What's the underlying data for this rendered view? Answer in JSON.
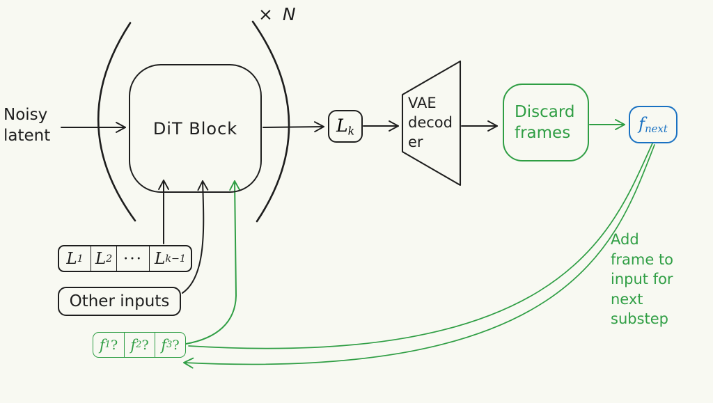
{
  "colors": {
    "background": "#f8f9f2",
    "ink": "#1e1e1e",
    "green": "#2f9e44",
    "blue": "#1971c2"
  },
  "labels": {
    "noisy_latent": "Noisy\nlatent",
    "repeat_count": "× N",
    "dit_block": "DiT Block",
    "vae_decoder": "VAE\ndecod\ner",
    "discard_frames": "Discard\nframes",
    "other_inputs": "Other inputs",
    "add_frame_note": "Add\nframe to\ninput for\nnext\nsubstep"
  },
  "math": {
    "lk": {
      "base": "L",
      "sub": "k"
    },
    "f_next": {
      "base": "f",
      "sub": "next"
    },
    "latent_row": [
      {
        "base": "L",
        "sub": "1"
      },
      {
        "base": "L",
        "sub": "2"
      },
      {
        "base": "···",
        "sub": ""
      },
      {
        "base": "L",
        "sub": "k−1"
      }
    ],
    "frame_row": [
      {
        "base": "f",
        "sub": "1",
        "suffix": "?"
      },
      {
        "base": "f",
        "sub": "2",
        "suffix": "?"
      },
      {
        "base": "f",
        "sub": "3",
        "suffix": "?"
      }
    ]
  }
}
